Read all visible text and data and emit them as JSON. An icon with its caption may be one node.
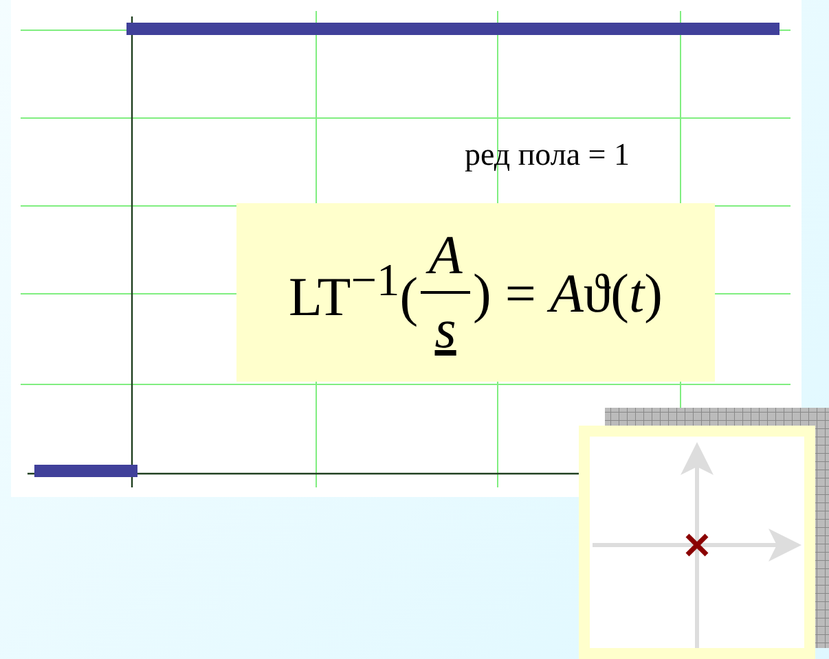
{
  "diagram": {
    "labels": [
      "ред пола = 1",
      "LT$^{−1}$(",
      "A",
      "s",
      ") =",
      "A",
      "ϑ(",
      "t",
      ")"
    ]
  }
}
